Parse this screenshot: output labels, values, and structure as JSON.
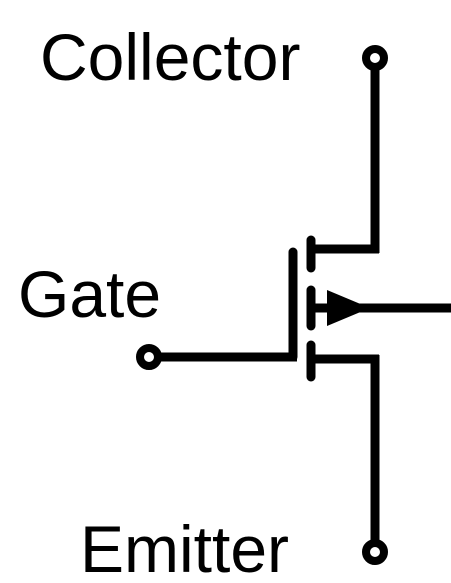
{
  "labels": {
    "collector": "Collector",
    "gate": "Gate",
    "emitter": "Emitter"
  },
  "colors": {
    "stroke": "#000000",
    "background": "#ffffff"
  },
  "icons": {
    "symbol": "igbt-transistor-symbol"
  }
}
